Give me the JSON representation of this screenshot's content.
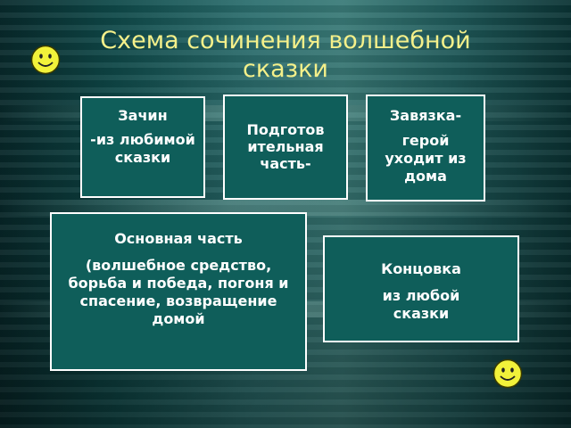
{
  "title": "Схема сочинения волшебной сказки",
  "cards": {
    "zachin": {
      "heading": "Зачин",
      "body": "-из любимой сказки"
    },
    "podgotov": {
      "heading": "Подготов ительная часть-"
    },
    "zavyazka": {
      "heading": "Завязка-",
      "body": "герой уходит из дома"
    },
    "osnovnaya": {
      "heading": "Основная часть",
      "body": "(волшебное средство, борьба и победа, погоня и спасение, возвращение домой"
    },
    "kontsovka": {
      "heading": "Концовка",
      "body": "из любой сказки"
    }
  },
  "colors": {
    "title": "#f4f08a",
    "card_fill": "#0f5e5a",
    "card_border": "#ffffff",
    "smiley": "#f2f23a"
  },
  "icons": [
    "smiley-face-icon",
    "smiley-face-icon"
  ]
}
